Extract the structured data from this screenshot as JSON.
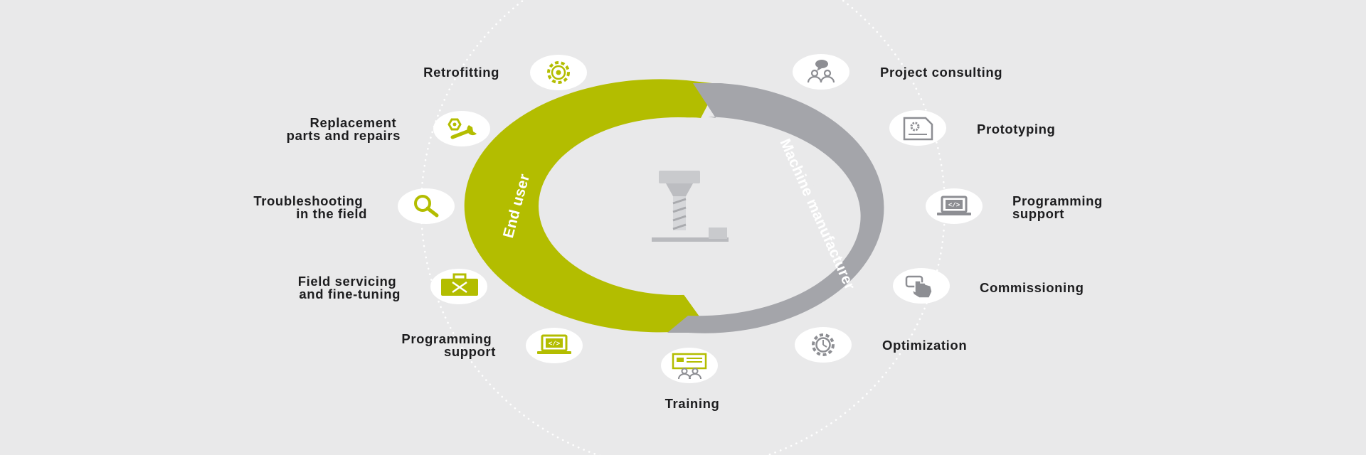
{
  "colors": {
    "background": "#e9e9ea",
    "end_user_green": "#b3bd00",
    "manufacturer_gray": "#a4a5aa",
    "icon_green": "#b3bd00",
    "icon_gray": "#8d8e93",
    "node_fill": "#ffffff",
    "label_text": "#1d1d1f"
  },
  "center": {
    "icon": "milling-cutter-icon"
  },
  "arcs": {
    "end_user": "End user",
    "machine_manufacturer": "Machine manufacturer"
  },
  "end_user_services": [
    {
      "lines": [
        "Retrofitting"
      ],
      "icon": "gear-icon"
    },
    {
      "lines": [
        "Replacement",
        "parts and repairs"
      ],
      "icon": "nut-wrench-icon"
    },
    {
      "lines": [
        "Troubleshooting",
        "in the field"
      ],
      "icon": "magnifier-icon"
    },
    {
      "lines": [
        "Field servicing",
        "and fine-tuning"
      ],
      "icon": "toolbox-icon"
    },
    {
      "lines": [
        "Programming",
        "support"
      ],
      "icon": "laptop-code-icon"
    }
  ],
  "shared_service": {
    "lines": [
      "Training"
    ],
    "icon": "presentation-icon"
  },
  "manufacturer_services": [
    {
      "lines": [
        "Project consulting"
      ],
      "icon": "people-chat-icon"
    },
    {
      "lines": [
        "Prototyping"
      ],
      "icon": "document-gear-icon"
    },
    {
      "lines": [
        "Programming",
        "support"
      ],
      "icon": "laptop-code-icon"
    },
    {
      "lines": [
        "Commissioning"
      ],
      "icon": "touch-hand-icon"
    },
    {
      "lines": [
        "Optimization"
      ],
      "icon": "gear-clock-icon"
    }
  ]
}
